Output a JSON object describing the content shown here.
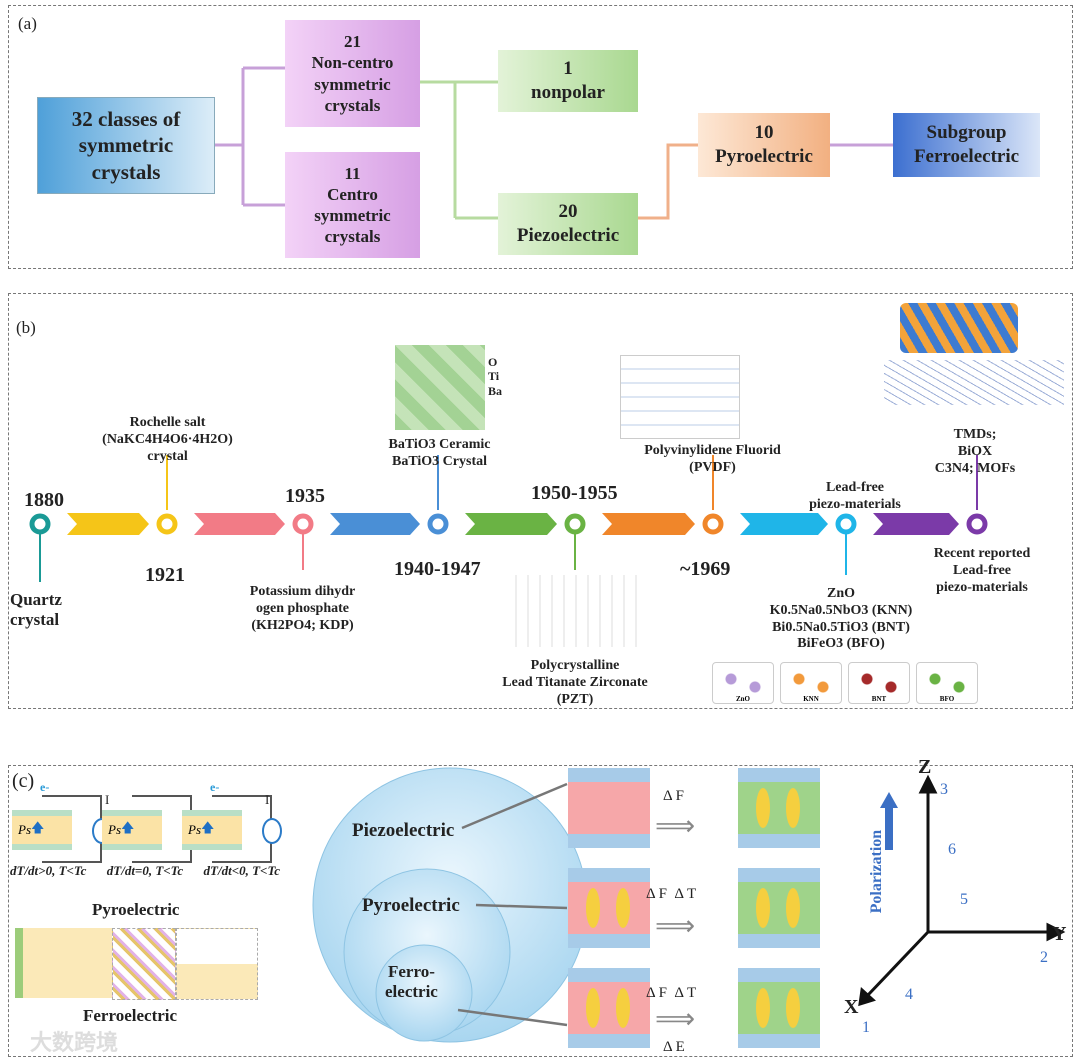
{
  "panel_a": {
    "label": "(a)",
    "root": "32 classes of symmetric crystals",
    "noncentro": {
      "num": "21",
      "text": "Non-centro symmetric crystals"
    },
    "centro": {
      "num": "11",
      "text": "Centro symmetric crystals"
    },
    "nonpolar": {
      "num": "1",
      "text": "nonpolar"
    },
    "piezo": {
      "num": "20",
      "text": "Piezoelectric"
    },
    "pyro": {
      "num": "10",
      "text": "Pyroelectric"
    },
    "ferro": {
      "l1": "Subgroup",
      "l2": "Ferroelectric"
    }
  },
  "panel_b": {
    "label": "(b)",
    "years": [
      "1880",
      "1921",
      "1935",
      "1940-1947",
      "1950-1955",
      "~1969"
    ],
    "events": {
      "quartz": "Quartz crystal",
      "rochelle": [
        "Rochelle salt",
        "(NaKC4H4O6·4H2O)",
        "crystal"
      ],
      "kdp": [
        "Potassium dihydr",
        "ogen phosphate",
        "(KH2PO4; KDP)"
      ],
      "batio3": [
        "BaTiO3 Ceramic",
        "BaTiO3 Crystal"
      ],
      "pzt": [
        "Polycrystalline",
        "Lead Titanate Zirconate",
        "(PZT)"
      ],
      "pvdf": [
        "Polyvinylidene Fluorid",
        "(PVDF)"
      ],
      "leadfree": [
        "Lead-free",
        "piezo-materials"
      ],
      "leadfree_list": [
        "ZnO",
        "K0.5Na0.5NbO3 (KNN)",
        "Bi0.5Na0.5TiO3 (BNT)",
        "BiFeO3 (BFO)"
      ],
      "recent": [
        "Recent reported",
        "Lead-free",
        "piezo-materials"
      ],
      "tmds": [
        "TMDs;",
        "BiOX",
        "C3N4; MOFs"
      ]
    },
    "crystal_labels": [
      "ZnO",
      "KNN",
      "BNT",
      "BFO"
    ],
    "atoms": [
      "O",
      "Ti",
      "Ba"
    ],
    "colors": [
      "#1a9a96",
      "#f5c518",
      "#f27b86",
      "#4a8fd6",
      "#6ab344",
      "#f0862a",
      "#1fb5e8",
      "#7b3aa8"
    ]
  },
  "panel_c": {
    "label": "(c)",
    "pyro_conditions": [
      "dT/dt>0, T<Tc",
      "dT/dt=0, T<Tc",
      "dT/dt<0, T<Tc"
    ],
    "ps": "Ps",
    "electron": "e-",
    "current": "I",
    "pyro_title": "Pyroelectric",
    "ferro_title": "Ferroelectric",
    "circles": [
      "Piezoelectric",
      "Pyroelectric",
      "Ferro-",
      "electric"
    ],
    "stimuli": [
      "Δ F",
      "Δ F  Δ T",
      "Δ F  Δ T",
      "Δ E"
    ],
    "axes": {
      "z": "Z",
      "y": "Y",
      "x": "X",
      "polarization": "Polarization",
      "nums": [
        "1",
        "2",
        "3",
        "4",
        "5",
        "6"
      ]
    },
    "watermark": "大数跨境"
  }
}
